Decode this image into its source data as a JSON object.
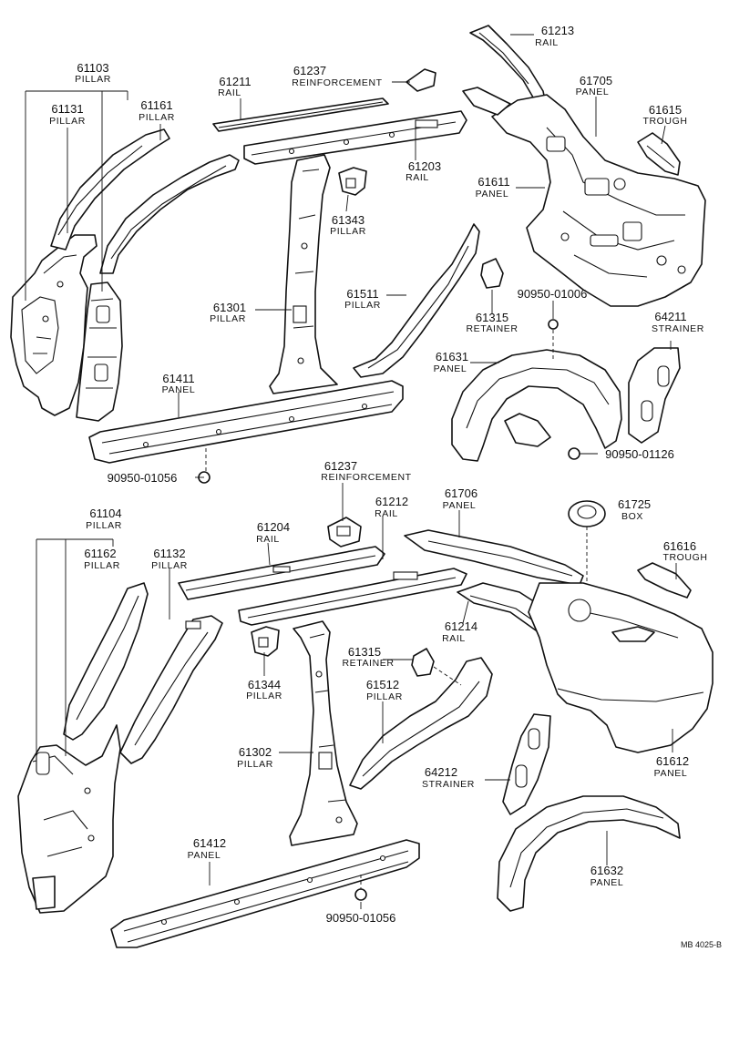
{
  "diagram_code": "MB 4025-B",
  "upper_group": {
    "p61103": {
      "number": "61103",
      "name": "PILLAR"
    },
    "p61131": {
      "number": "61131",
      "name": "PILLAR"
    },
    "p61161": {
      "number": "61161",
      "name": "PILLAR"
    },
    "p61211": {
      "number": "61211",
      "name": "RAIL"
    },
    "p61237": {
      "number": "61237",
      "name": "REINFORCEMENT"
    },
    "p61213": {
      "number": "61213",
      "name": "RAIL"
    },
    "p61705": {
      "number": "61705",
      "name": "PANEL"
    },
    "p61615": {
      "number": "61615",
      "name": "TROUGH"
    },
    "p61203": {
      "number": "61203",
      "name": "RAIL"
    },
    "p61611": {
      "number": "61611",
      "name": "PANEL"
    },
    "p61343": {
      "number": "61343",
      "name": "PILLAR"
    },
    "p61301": {
      "number": "61301",
      "name": "PILLAR"
    },
    "p61511": {
      "number": "61511",
      "name": "PILLAR"
    },
    "p61315": {
      "number": "61315",
      "name": "RETAINER"
    },
    "c09006": {
      "number": "90950-01006"
    },
    "p64211": {
      "number": "64211",
      "name": "STRAINER"
    },
    "p61631": {
      "number": "61631",
      "name": "PANEL"
    },
    "p61411": {
      "number": "61411",
      "name": "PANEL"
    },
    "c09126": {
      "number": "90950-01126"
    },
    "c09056": {
      "number": "90950-01056"
    }
  },
  "lower_group": {
    "p61237": {
      "number": "61237",
      "name": "REINFORCEMENT"
    },
    "p61104": {
      "number": "61104",
      "name": "PILLAR"
    },
    "p61212": {
      "number": "61212",
      "name": "RAIL"
    },
    "p61706": {
      "number": "61706",
      "name": "PANEL"
    },
    "p61725": {
      "number": "61725",
      "name": "BOX"
    },
    "p61204": {
      "number": "61204",
      "name": "RAIL"
    },
    "p61162": {
      "number": "61162",
      "name": "PILLAR"
    },
    "p61132": {
      "number": "61132",
      "name": "PILLAR"
    },
    "p61616": {
      "number": "61616",
      "name": "TROUGH"
    },
    "p61214": {
      "number": "61214",
      "name": "RAIL"
    },
    "p61315": {
      "number": "61315",
      "name": "RETAINER"
    },
    "p61344": {
      "number": "61344",
      "name": "PILLAR"
    },
    "p61512": {
      "number": "61512",
      "name": "PILLAR"
    },
    "p61302": {
      "number": "61302",
      "name": "PILLAR"
    },
    "p61612": {
      "number": "61612",
      "name": "PANEL"
    },
    "p64212": {
      "number": "64212",
      "name": "STRAINER"
    },
    "p61412": {
      "number": "61412",
      "name": "PANEL"
    },
    "p61632": {
      "number": "61632",
      "name": "PANEL"
    },
    "c09056": {
      "number": "90950-01056"
    }
  }
}
